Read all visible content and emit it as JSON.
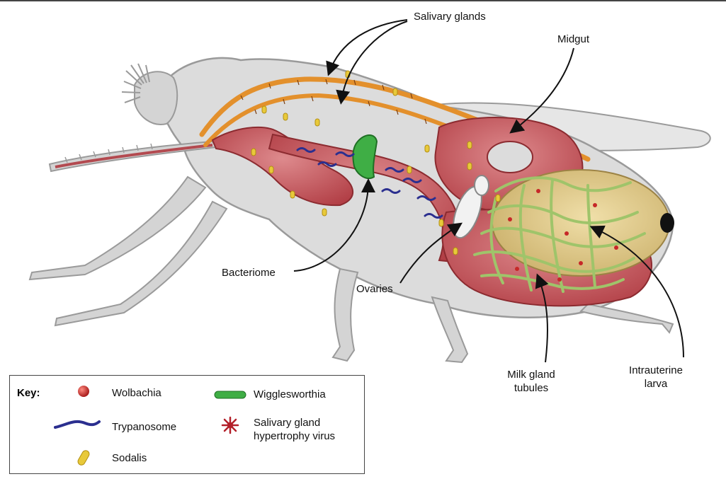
{
  "labels": {
    "salivary_glands": "Salivary glands",
    "midgut": "Midgut",
    "bacteriome": "Bacteriome",
    "ovaries": "Ovaries",
    "milk_gland_tubules_line1": "Milk gland",
    "milk_gland_tubules_line2": "tubules",
    "intrauterine_larva_line1": "Intrauterine",
    "intrauterine_larva_line2": "larva"
  },
  "key": {
    "title": "Key:",
    "items": [
      {
        "label": "Wolbachia",
        "icon": "red-sphere-icon",
        "color": "#c62828"
      },
      {
        "label": "Wigglesworthia",
        "icon": "green-rod-icon",
        "color": "#2e9e3a"
      },
      {
        "label": "Trypanosome",
        "icon": "blue-wave-icon",
        "color": "#2b2f8f"
      },
      {
        "label_line1": "Salivary gland",
        "label_line2": "hypertrophy virus",
        "icon": "red-star-icon",
        "color": "#b3202a"
      },
      {
        "label": "Sodalis",
        "icon": "yellow-capsule-icon",
        "color": "#e8c93a"
      }
    ]
  },
  "colors": {
    "body_outline": "#9a9a9a",
    "body_fill": "#dcdcdc",
    "gut_red": "#b8474c",
    "gut_light": "#d9777a",
    "salivary_orange": "#e3902c",
    "milk_gland_green": "#9fc46a",
    "larva_tan": "#e3cf93"
  }
}
